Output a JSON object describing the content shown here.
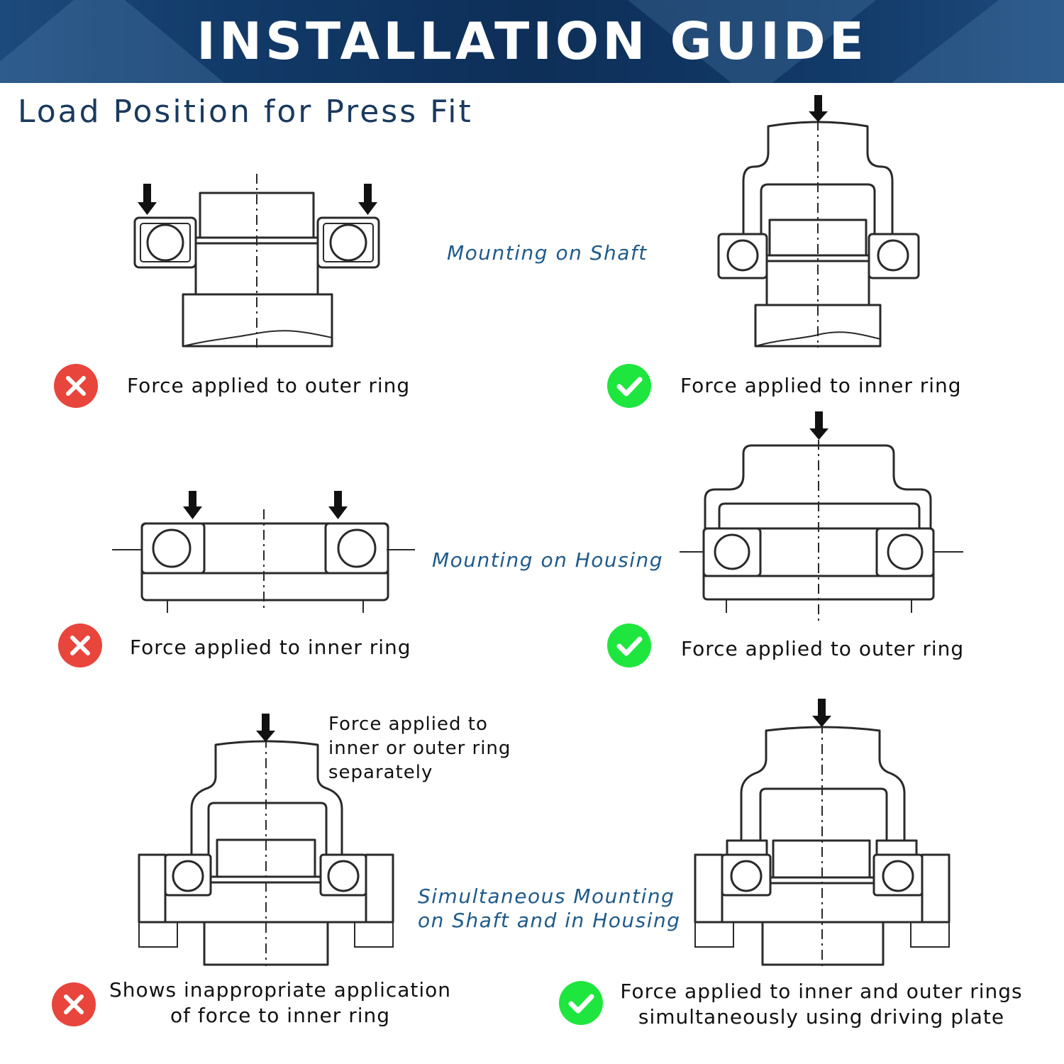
{
  "header": {
    "title": "INSTALLATION GUIDE"
  },
  "subtitle": "Load Position for Press Fit",
  "sections": {
    "shaft": {
      "label": "Mounting on Shaft"
    },
    "housing": {
      "label": "Mounting on Housing"
    },
    "simultaneous": {
      "label_line1": "Simultaneous Mounting",
      "label_line2": "on Shaft and in Housing"
    }
  },
  "captions": {
    "shaft_wrong": "Force applied to outer ring",
    "shaft_right": "Force applied to inner ring",
    "housing_wrong": "Force applied to inner ring",
    "housing_right": "Force applied to outer ring",
    "simul_wrong_line1": "Shows inappropriate application",
    "simul_wrong_line2": "of force to inner ring",
    "simul_right_line1": "Force applied to inner and outer rings",
    "simul_right_line2": "simultaneously using driving plate"
  },
  "note": {
    "line1": "Force applied to",
    "line2": "inner or outer ring",
    "line3": "separately"
  },
  "colors": {
    "banner": "#0d2f58",
    "wrong": "#e8453c",
    "right": "#1ee63e",
    "label": "#1f5a8a"
  },
  "icons": {
    "wrong": "cross-icon",
    "right": "check-icon"
  }
}
